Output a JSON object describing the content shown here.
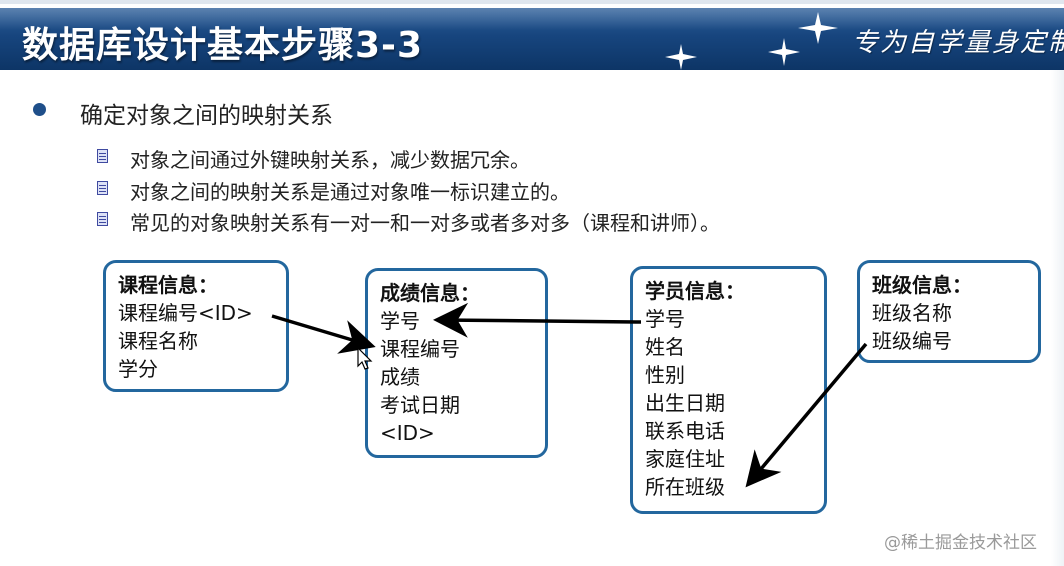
{
  "slide": {
    "title": "数据库设计基本步骤3-3",
    "brand": "专为自学量身定制"
  },
  "colors": {
    "title_bar": "#17457e",
    "box_border": "#23679e",
    "bullet": "#1f4f8a",
    "arrow": "#000000"
  },
  "content": {
    "main_point": "确定对象之间的映射关系",
    "sub_points": [
      "对象之间通过外键映射关系，减少数据冗余。",
      "对象之间的映射关系是通过对象唯一标识建立的。",
      "常见的对象映射关系有一对一和一对多或者多对多（课程和讲师）。"
    ]
  },
  "diagram": {
    "boxes": [
      {
        "id": "course",
        "title": "课程信息：",
        "fields": [
          "课程编号<ID>",
          "课程名称",
          "学分"
        ]
      },
      {
        "id": "score",
        "title": "成绩信息：",
        "fields": [
          "学号",
          "课程编号",
          "成绩",
          "考试日期",
          "<ID>"
        ]
      },
      {
        "id": "student",
        "title": "学员信息：",
        "fields": [
          "学号",
          "姓名",
          "性别",
          "出生日期",
          "联系电话",
          "家庭住址",
          "所在班级"
        ]
      },
      {
        "id": "class",
        "title": "班级信息：",
        "fields": [
          "班级名称",
          "班级编号"
        ]
      }
    ]
  },
  "icons": {
    "main_bullet": "circle-bullet-icon",
    "sub_bullet": "note-bullet-icon",
    "cursor": "mouse-pointer-icon",
    "stars": "sparkle-star-icon"
  },
  "watermark": "@稀土掘金技术社区"
}
